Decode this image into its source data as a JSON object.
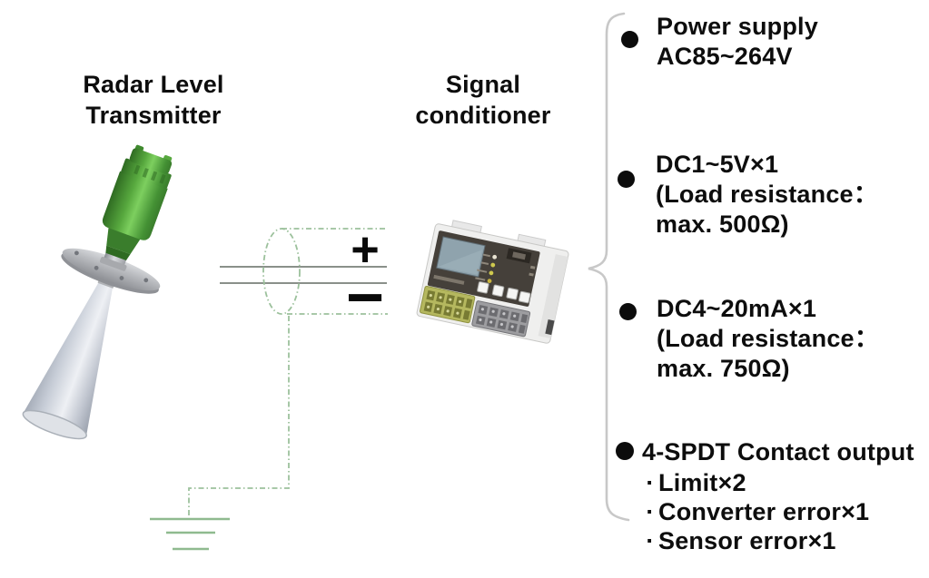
{
  "diagram_title": "Radar level transmitter with signal conditioner wiring diagram",
  "labels": {
    "transmitter": "Radar Level\nTransmitter",
    "conditioner": "Signal\nconditioner"
  },
  "wiring": {
    "positive_symbol": "+",
    "negative_symbol": "−"
  },
  "outputs": [
    {
      "lines": [
        "Power supply",
        "AC85~264V"
      ]
    },
    {
      "lines": [
        "DC1~5V×1",
        "(Load resistance：",
        "max.  500Ω)"
      ]
    },
    {
      "lines": [
        "DC4~20mA×1",
        "(Load resistance：",
        "max.  750Ω)"
      ]
    },
    {
      "lines": [
        "4-SPDT Contact output"
      ],
      "sub_bullet": "·",
      "sub_items": [
        "Limit×2",
        "Converter error×1",
        "Sensor error×1"
      ]
    }
  ],
  "colors": {
    "cable_dash_green": "#9cc19c",
    "ground_green": "#8fba8f",
    "wire_gray": "#8a908a",
    "brace_gray": "#c8c8c8",
    "transmitter_green": "#4ea23a",
    "conditioner_panel": "#45403a",
    "lcd_blue_gray": "#8fa3ad",
    "terminal_yellow_green": "#b5b85f",
    "text_black": "#0d0d0d"
  }
}
